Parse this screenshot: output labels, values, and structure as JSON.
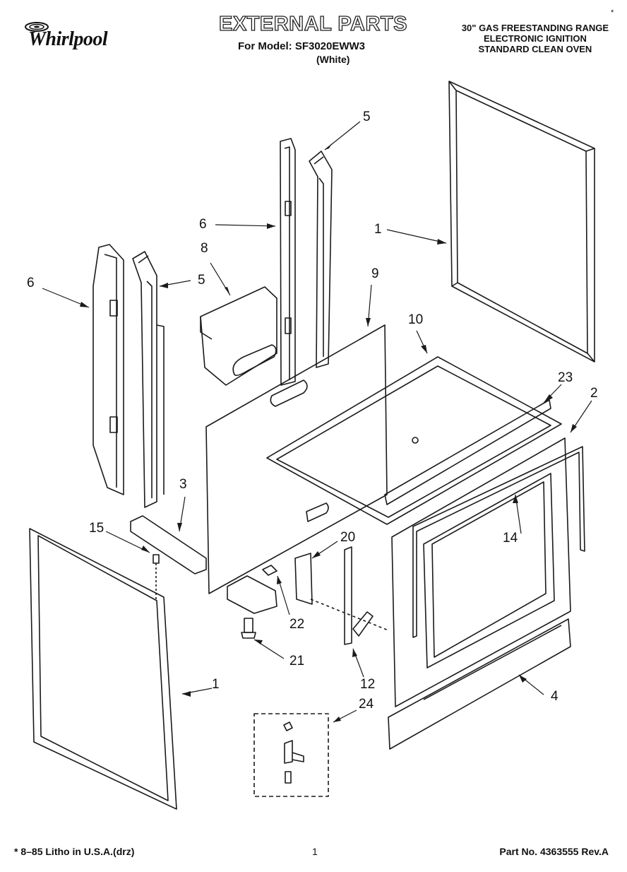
{
  "header": {
    "brand": "Whirlpool",
    "title": "EXTERNAL PARTS",
    "model_line": "For Model: SF3020EWW3",
    "color_line": "(White)",
    "description": [
      "30\" GAS FREESTANDING RANGE",
      "ELECTRONIC IGNITION",
      "STANDARD CLEAN OVEN"
    ],
    "corner_mark": "*"
  },
  "callouts": {
    "c5a": "5",
    "c6a": "6",
    "c1a": "1",
    "c8": "8",
    "c6b": "6",
    "c5b": "5",
    "c9": "9",
    "c10": "10",
    "c23": "23",
    "c2": "2",
    "c3": "3",
    "c15": "15",
    "c20": "20",
    "c14": "14",
    "c22": "22",
    "c21": "21",
    "c1b": "1",
    "c12": "12",
    "c4": "4",
    "c24": "24"
  },
  "footer": {
    "litho": "* 8–85 Litho in U.S.A.(drz)",
    "page": "1",
    "part_no": "Part No. 4363555 Rev.A"
  }
}
